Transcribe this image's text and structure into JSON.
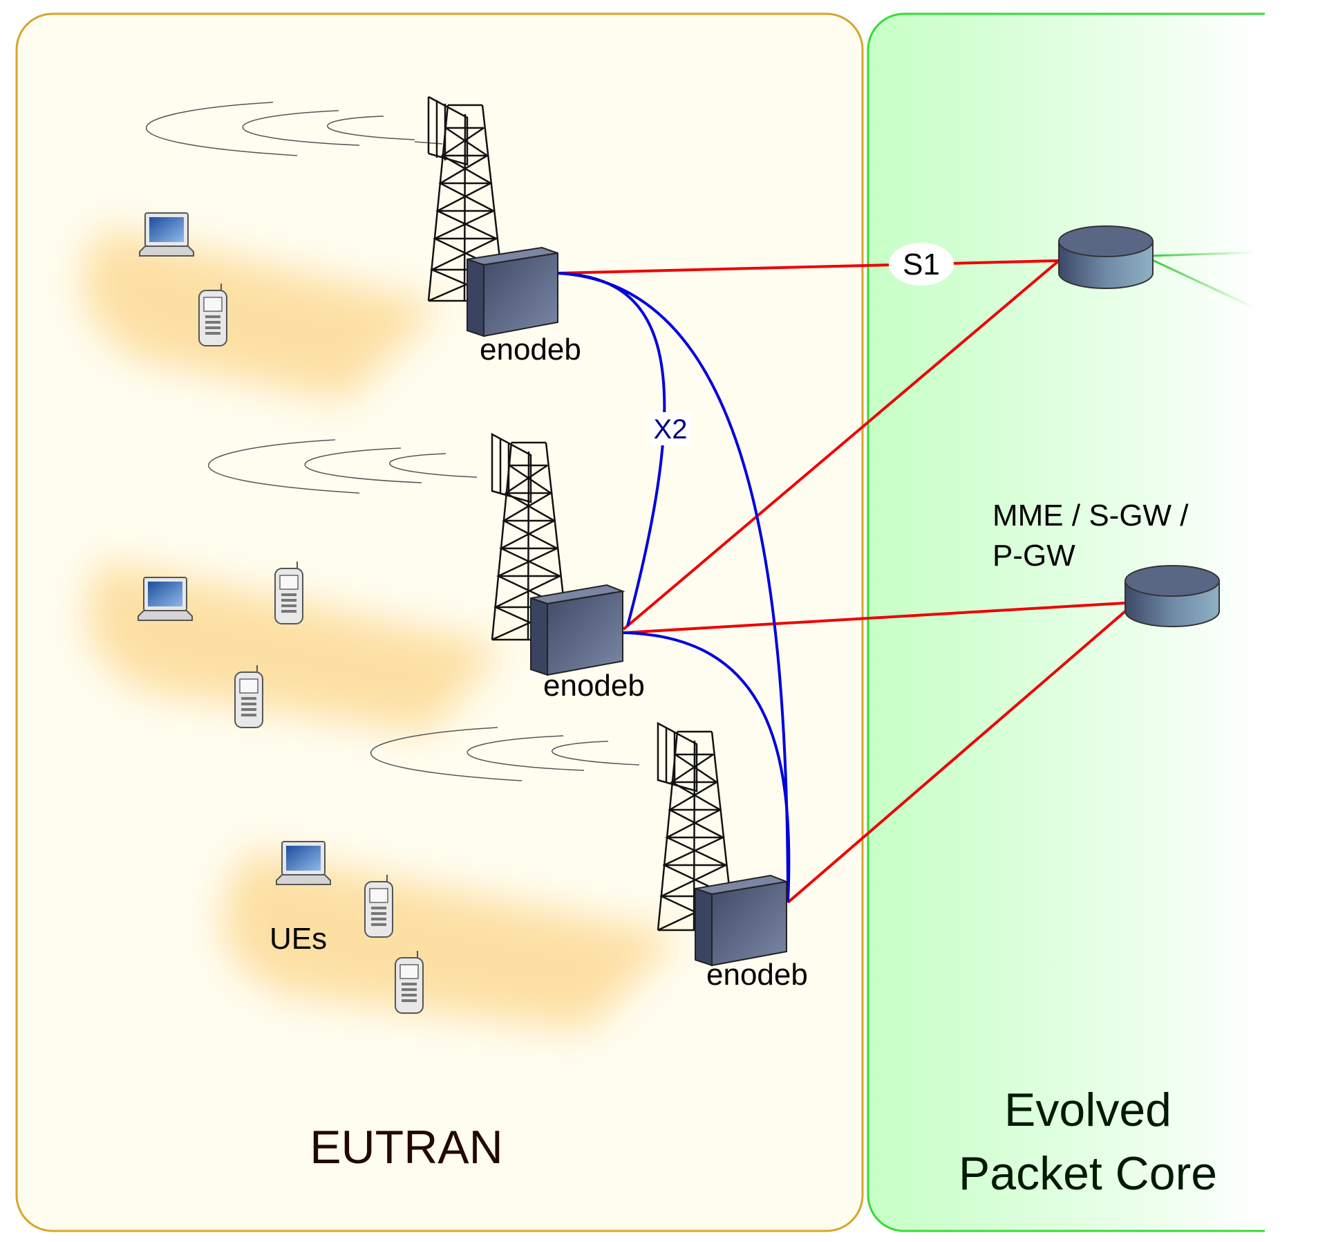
{
  "regions": {
    "eutran": {
      "label": "EUTRAN",
      "fill": "#fffdf0",
      "stroke": "#d8a427"
    },
    "epc": {
      "label_line1": "Evolved",
      "label_line2": "Packet Core",
      "fill": "#ccffcc",
      "stroke": "#33dd33"
    }
  },
  "labels": {
    "enodeb_1": "enodeb",
    "enodeb_2": "enodeb",
    "enodeb_3": "enodeb",
    "ues": "UEs",
    "x2": "X2",
    "s1": "S1",
    "core_node_line1": "MME / S-GW /",
    "core_node_line2": "P-GW"
  },
  "colors": {
    "s1_link": "#ee0000",
    "x2_link": "#0000dd",
    "x2_text": "#000080",
    "core_link": "#44cc44",
    "device_body": "#4e5a78",
    "coverage": "#fcd68a"
  },
  "icons": {
    "tower": "lattice-tower-icon",
    "enodeb": "base-station-box-icon",
    "laptop": "laptop-icon",
    "phone": "mobile-phone-icon",
    "router": "router-cylinder-icon"
  }
}
